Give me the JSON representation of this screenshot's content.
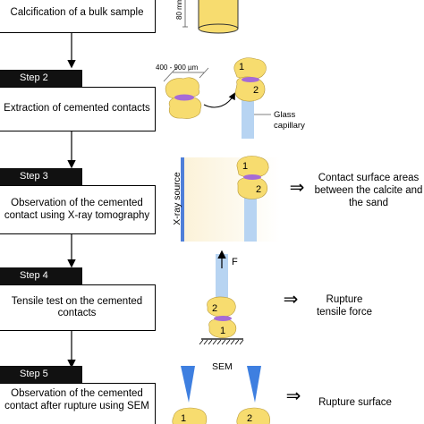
{
  "steps": [
    {
      "label": "",
      "text": "Calcification of a bulk sample"
    },
    {
      "label": "Step 2",
      "text": "Extraction of cemented contacts"
    },
    {
      "label": "Step 3",
      "text": "Observation of the cemented contact using X-ray tomography"
    },
    {
      "label": "Step 4",
      "text": "Tensile test on the cemented contacts"
    },
    {
      "label": "Step 5",
      "text": "Observation of the cemented contact after rupture using SEM"
    }
  ],
  "annotations": {
    "height_label": "80 mm",
    "size_range": "400 - 900 µm",
    "glass_capillary": "Glass capillary",
    "xray_source": "X-ray source",
    "force": "F",
    "sem": "SEM",
    "grain_1": "1",
    "grain_2": "2"
  },
  "outcomes": [
    {
      "arrow": "⇒",
      "text": "Contact surface areas between the calcite and the sand"
    },
    {
      "arrow": "⇒",
      "text": "Rupture tensile force"
    },
    {
      "arrow": "⇒",
      "text": "Rupture surface"
    }
  ],
  "colors": {
    "grain": "#f7dc6f",
    "cement": "#a66bd6",
    "capillary": "#b7d4f2",
    "xray": "#4f7fd9",
    "sem_beam": "#3e7fe0"
  }
}
